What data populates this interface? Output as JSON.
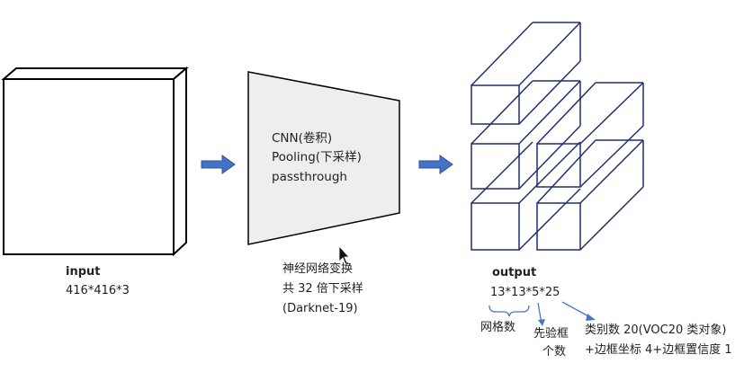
{
  "input": {
    "title": "input",
    "size": "416*416*3"
  },
  "cnn_box": {
    "lines": [
      "CNN(卷积)",
      "Pooling(下采样)",
      "passthrough"
    ]
  },
  "transform_caption": {
    "lines": [
      "神经网络变换",
      "共 32 倍下采样",
      "(Darknet-19)"
    ]
  },
  "output": {
    "title": "output",
    "formula": "13*13*5*25",
    "annotations": {
      "grid_count": "网格数",
      "anchor_count": [
        "先验框",
        "个数"
      ],
      "class_count": [
        "类别数 20(VOC20 类对象)",
        "+边框坐标 4+边框置信度 1"
      ]
    }
  },
  "colors": {
    "outline": "#000000",
    "box_fill": "#eeeeee",
    "arrow_fill": "#4472c4",
    "arrow_stroke": "#2f5597",
    "cube_stroke": "#1f2f6e",
    "annotation_line": "#4a74c4"
  },
  "icons": [
    "arrow-right-icon",
    "mouse-cursor-icon"
  ]
}
